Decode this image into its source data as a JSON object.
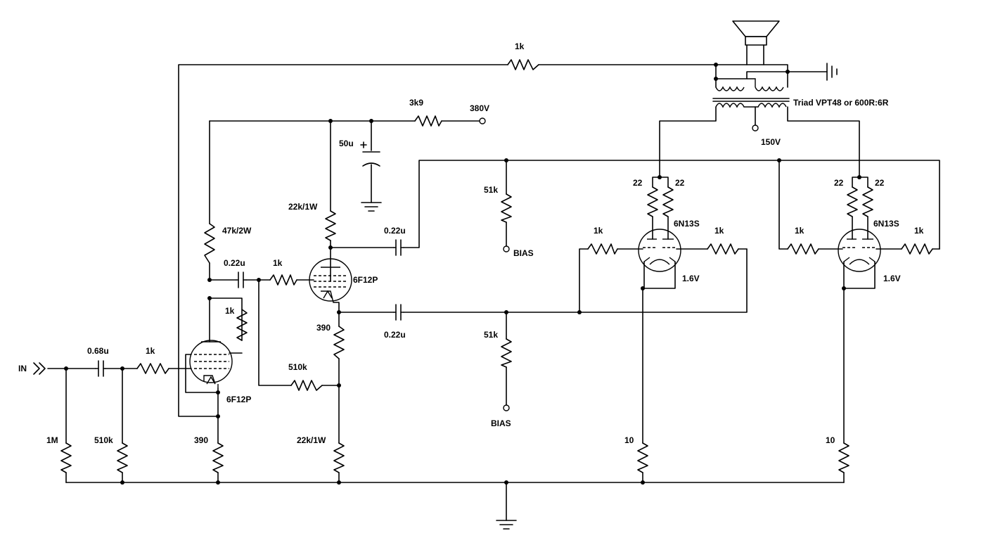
{
  "input": {
    "label": "IN"
  },
  "caps": {
    "c_in": "0.68u",
    "c_v1_coupling": "0.22u",
    "c_bias_top": "0.22u",
    "c_bias_bottom": "0.22u",
    "c_filter": "50u"
  },
  "resistors": {
    "r_in_grid": "1M",
    "r_in_series": "1k",
    "r_grid_leak": "510k",
    "r_v1_cathode": "390",
    "r_v1_plate": "47k/2W",
    "r_v1_screen": "1k",
    "r_v2_grid": "1k",
    "r_feedback_510k": "510k",
    "r_v2_plate": "22k/1W",
    "r_v2_cathode": "390",
    "r_v2_tail": "22k/1W",
    "r_feedback_global": "1k",
    "r_supply": "3k9",
    "r_bias_top": "51k",
    "r_bias_bottom": "51k",
    "r_v3_grid_left": "1k",
    "r_v3_grid_right": "1k",
    "r_v3_plate_a": "22",
    "r_v3_plate_b": "22",
    "r_v3_cathode": "10",
    "r_v4_grid_left": "1k",
    "r_v4_grid_right": "1k",
    "r_v4_plate_a": "22",
    "r_v4_plate_b": "22",
    "r_v4_cathode": "10"
  },
  "tubes": {
    "v1": "6F12P",
    "v2": "6F12P",
    "v3": "6N13S",
    "v4": "6N13S"
  },
  "voltages": {
    "supply": "380V",
    "output_ct": "150V",
    "v3_cathode": "1.6V",
    "v4_cathode": "1.6V"
  },
  "terminals": {
    "bias_top": "BIAS",
    "bias_bottom": "BIAS"
  },
  "transformer": {
    "label": "Triad VPT48 or 600R:6R"
  },
  "icons": {
    "speaker": "speaker-icon",
    "ground": "ground-icon",
    "chassis_ground": "chassis-ground-icon",
    "input_arrow": "input-arrow-icon"
  }
}
